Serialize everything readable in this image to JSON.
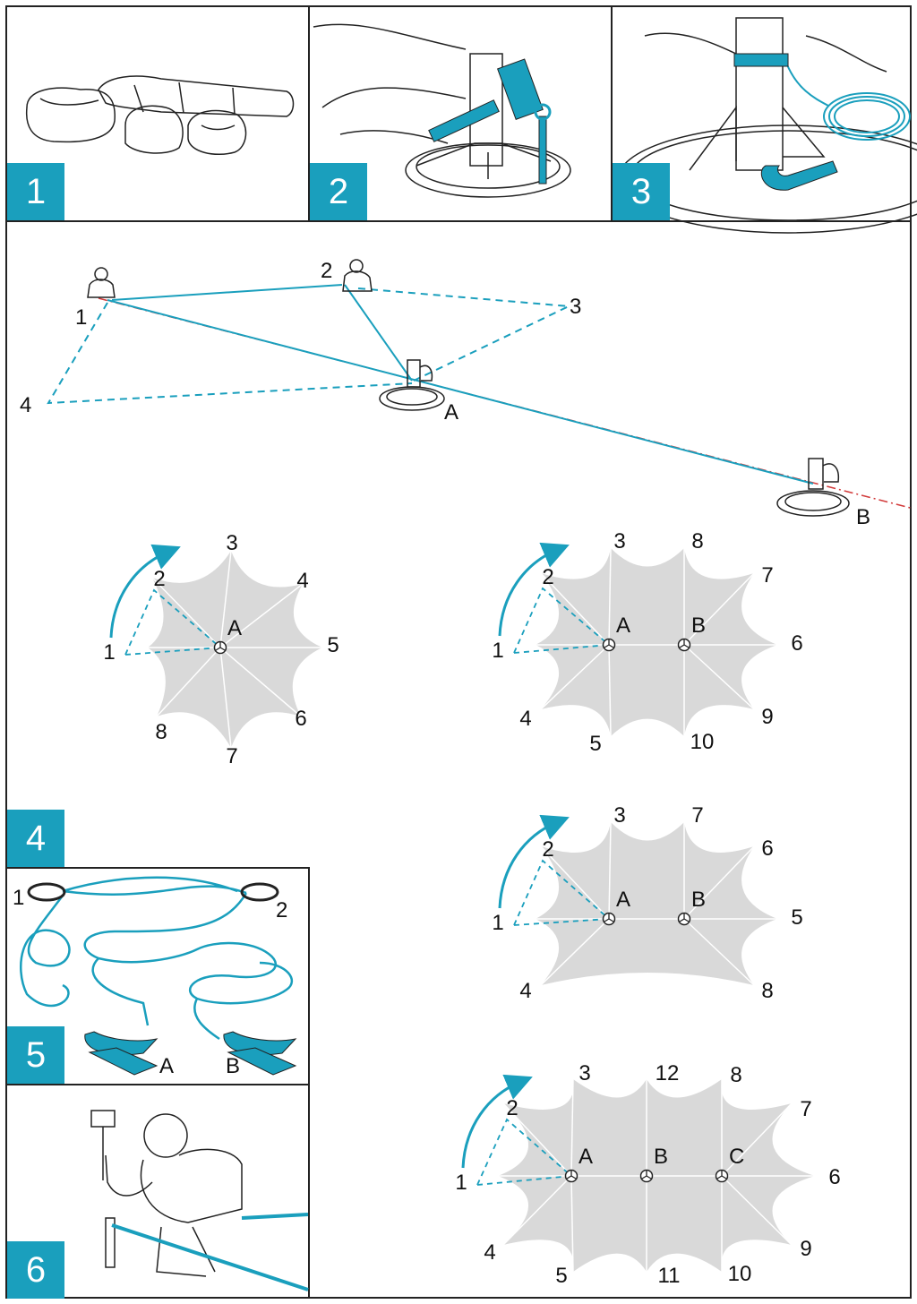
{
  "colors": {
    "accent": "#1a9fbd",
    "fabric": "#d9d9d9",
    "line": "#111111",
    "survey": "#d23b3b"
  },
  "steps": {
    "s1": "1",
    "s2": "2",
    "s3": "3",
    "s4": "4",
    "s5": "5",
    "s6": "6"
  },
  "layout_diagram": {
    "point_labels": {
      "p1": "1",
      "p2": "2",
      "p3": "3",
      "p4": "4"
    },
    "base_labels": {
      "a": "A",
      "b": "B"
    }
  },
  "tent_one_mast": {
    "corners": [
      "1",
      "2",
      "3",
      "4",
      "5",
      "6",
      "7",
      "8"
    ],
    "masts": [
      "A"
    ]
  },
  "tent_two_mast_ten": {
    "corners": [
      "1",
      "2",
      "3",
      "8",
      "7",
      "6",
      "9",
      "10",
      "5",
      "4"
    ],
    "masts": [
      "A",
      "B"
    ]
  },
  "tent_two_mast_eight": {
    "corners": [
      "1",
      "2",
      "3",
      "7",
      "6",
      "5",
      "8",
      "4"
    ],
    "masts": [
      "A",
      "B"
    ]
  },
  "tent_three_mast": {
    "corners": [
      "1",
      "2",
      "3",
      "12",
      "8",
      "7",
      "6",
      "9",
      "10",
      "11",
      "5",
      "4"
    ],
    "masts": [
      "A",
      "B",
      "C"
    ]
  },
  "strap_diagram": {
    "loop_labels": [
      "1",
      "2"
    ],
    "strap_labels": [
      "A",
      "B"
    ]
  }
}
